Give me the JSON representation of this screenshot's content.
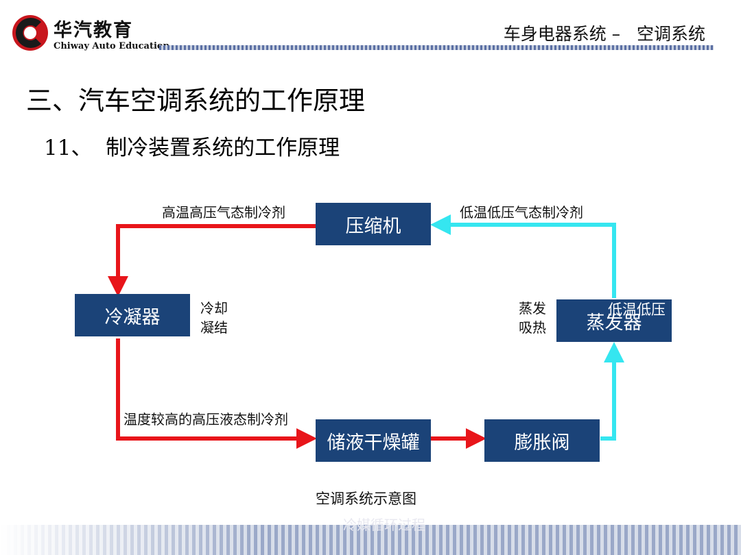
{
  "header": {
    "logo_cn": "华汽教育",
    "logo_en": "Chiway Auto Education",
    "title": "车身电器系统 –   空调系统"
  },
  "main_title": "三、汽车空调系统的工作原理",
  "sub_title": "11、  制冷装置系统的工作原理",
  "diagram": {
    "nodes": {
      "compressor": "压缩机",
      "condenser": "冷凝器",
      "evaporator": "蒸发器",
      "receiver_drier": "储液干燥罐",
      "expansion_valve": "膨胀阀"
    },
    "labels": {
      "hot_gas": "高温高压气态制冷剂",
      "cold_gas": "低温低压气态制冷剂",
      "cool_condense": [
        "冷却",
        "凝结"
      ],
      "evap_absorb": [
        "蒸发",
        "吸热"
      ],
      "low_temp_low_pressure": "低温低压",
      "warm_liquid": "温度较高的高压液态制冷剂"
    },
    "caption": "空调系统示意图",
    "colors": {
      "high_side": "#e8151a",
      "low_side": "#35e6f0",
      "node_fill": "#1b4378"
    }
  },
  "footer": {
    "text": "冷媒循环过程"
  }
}
